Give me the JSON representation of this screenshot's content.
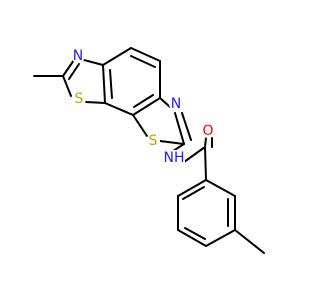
{
  "molecule": {
    "colors": {
      "bond": "#000000",
      "N": "#1f1fff",
      "S": "#c8a400",
      "O": "#ff0000",
      "background": "#ffffff"
    },
    "atoms": [
      {
        "id": "n1",
        "label": "N",
        "element": "N"
      },
      {
        "id": "s1",
        "label": "S",
        "element": "S"
      },
      {
        "id": "n2",
        "label": "N",
        "element": "N"
      },
      {
        "id": "s2",
        "label": "S",
        "element": "S"
      },
      {
        "id": "nh",
        "label": "NH",
        "element": "N"
      },
      {
        "id": "o1",
        "label": "O",
        "element": "O"
      }
    ]
  }
}
